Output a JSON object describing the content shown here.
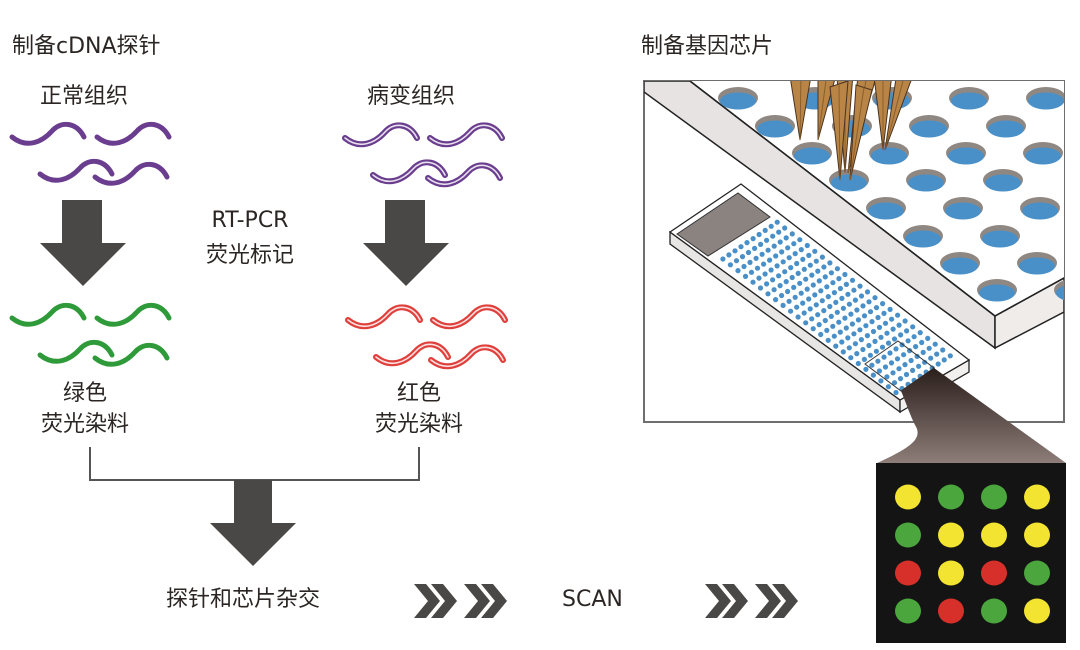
{
  "left_section": {
    "title": "制备cDNA探针",
    "normal_tissue": "正常组织",
    "diseased_tissue": "病变组织",
    "process_label_line1": "RT-PCR",
    "process_label_line2": "荧光标记",
    "green_dye_line1": "绿色",
    "green_dye_line2": "荧光染料",
    "red_dye_line1": "红色",
    "red_dye_line2": "荧光染料",
    "hybridization": "探针和芯片杂交",
    "scan": "SCAN"
  },
  "right_section": {
    "title": "制备基因芯片",
    "result_grid": [
      [
        "yellow",
        "green",
        "green",
        "yellow"
      ],
      [
        "green",
        "yellow",
        "yellow",
        "yellow"
      ],
      [
        "red",
        "yellow",
        "red",
        "green"
      ],
      [
        "green",
        "red",
        "green",
        "yellow"
      ]
    ]
  },
  "colors": {
    "purple": "#6a3d8f",
    "green": "#2f9a3a",
    "red": "#e0403c",
    "arrow": "#4a4847",
    "well_blue": "#4a90c8",
    "tip_brown": "#b98546",
    "spot_yellow": "#f2e431",
    "spot_green": "#4aa63d",
    "spot_red": "#d7302b"
  }
}
